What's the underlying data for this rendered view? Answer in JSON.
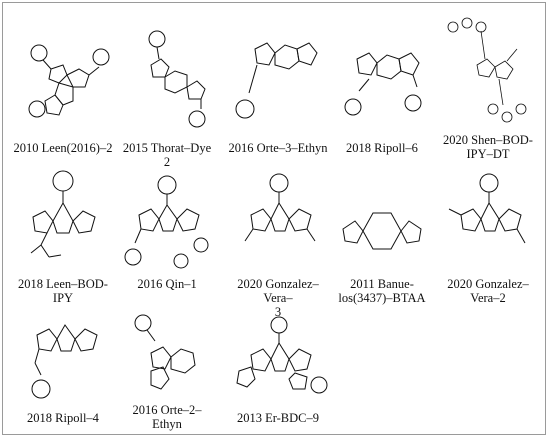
{
  "colors": {
    "nitrogen": "#2b3cd6",
    "oxygen": "#e02020",
    "fluorine": "#3fae34",
    "boron": "#ff9ea8",
    "chlorine": "#2fa52f",
    "bond": "#111111"
  },
  "compounds": [
    {
      "label_lines": [
        "2010 Leen(2016)–2"
      ]
    },
    {
      "label_lines": [
        "2015 Thorat–Dye",
        "2"
      ]
    },
    {
      "label_lines": [
        "2016 Orte–3–Ethyn"
      ]
    },
    {
      "label_lines": [
        "2018 Ripoll–6"
      ]
    },
    {
      "label_lines": [
        "2020 Shen–BOD-",
        "IPY–DT"
      ]
    },
    {
      "label_lines": [
        "2018 Leen–BOD-",
        "IPY"
      ]
    },
    {
      "label_lines": [
        "2016 Qin–1"
      ]
    },
    {
      "label_lines": [
        "2020 Gonzalez–Vera–",
        "3"
      ]
    },
    {
      "label_lines": [
        "2011 Banue-",
        "los(3437)–BTAA"
      ]
    },
    {
      "label_lines": [
        "2020 Gonzalez–",
        "Vera–2"
      ]
    },
    {
      "label_lines": [
        "2018 Ripoll–4"
      ]
    },
    {
      "label_lines": [
        "2016 Orte–2–",
        "Ethyn"
      ]
    },
    {
      "label_lines": [
        "2013 Er-BDC–9"
      ]
    }
  ]
}
